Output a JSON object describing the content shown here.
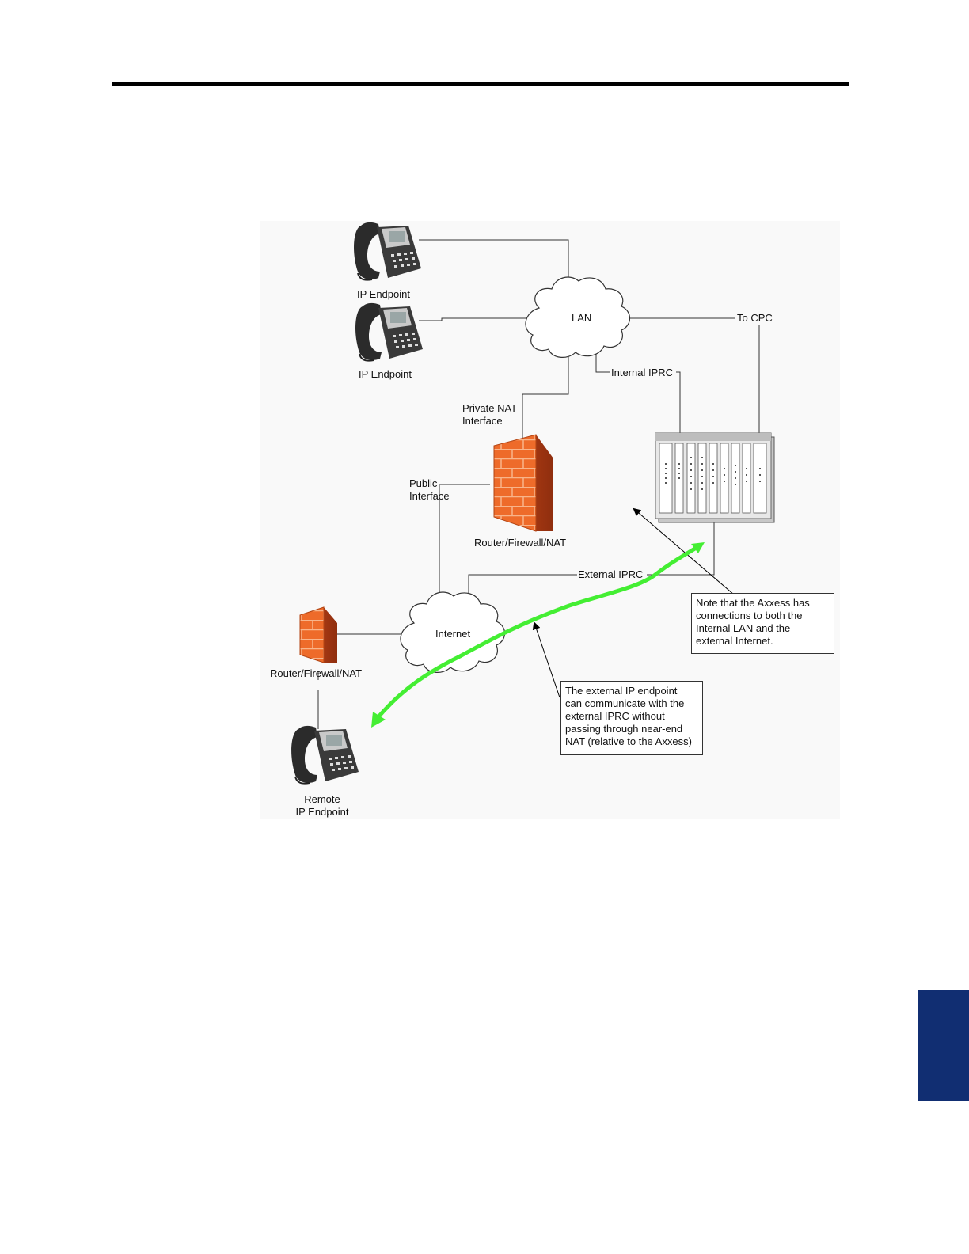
{
  "colors": {
    "page_background": "#ffffff",
    "rule": "#000000",
    "side_tab": "#112e72",
    "diagram_background": "#f9f9f9",
    "firewall": "#ee6b2a",
    "flow_arrow": "#44ee33"
  },
  "diagram": {
    "nodes": {
      "lan_label": "LAN",
      "internet_label": "Internet",
      "ip_endpoint_1": "IP Endpoint",
      "ip_endpoint_2": "IP Endpoint",
      "remote_endpoint_line1": "Remote",
      "remote_endpoint_line2": "IP Endpoint",
      "router_main": "Router/Firewall/NAT",
      "router_remote": "Router/Firewall/NAT"
    },
    "link_labels": {
      "to_cpc": "To CPC",
      "internal_iprc": "Internal IPRC",
      "external_iprc": "External IPRC",
      "private_nat_line1": "Private NAT",
      "private_nat_line2": "Interface",
      "public_line1": "Public",
      "public_line2": "Interface"
    },
    "notes": {
      "axxess_note": [
        "Note that the Axxess has",
        "connections to both the",
        "Internal LAN and the",
        "external Internet."
      ],
      "endpoint_note": [
        "The external IP endpoint",
        "can communicate with the",
        "external IPRC without",
        "passing through near-end",
        "NAT (relative to the Axxess)"
      ]
    },
    "icons": {
      "phone": "desk-phone-icon",
      "firewall": "brick-firewall-icon",
      "cabinet": "axxess-card-cabinet-icon",
      "cloud": "network-cloud-icon"
    }
  }
}
